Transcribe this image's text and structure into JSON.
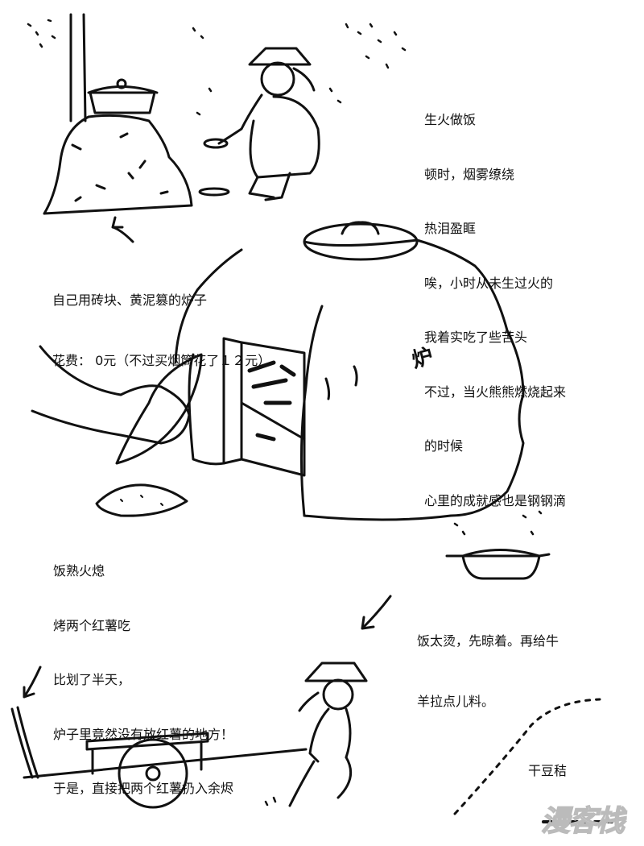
{
  "captions": {
    "cooking": [
      "生火做饭",
      "顿时，烟雾缭绕",
      "热泪盈眶",
      "唉，小时从未生过火的",
      "我着实吃了些苦头",
      "不过，当火熊熊燃烧起来",
      "的时候",
      "心里的成就感也是钢钢滴"
    ],
    "stove": [
      "自己用砖块、黄泥篡的炉子",
      "花费： 0元（不过买烟筒花了１２元）"
    ],
    "sweet_potato": [
      "饭熟火熄",
      "烤两个红薯吃",
      "比划了半天，",
      "炉子里竟然没有放红薯的地方！",
      "于是，直接把两个红薯扔入余烬"
    ],
    "rice": [
      "饭太烫，先晾着。再给牛",
      "羊拉点儿料。"
    ],
    "straw": "干豆秸"
  },
  "oven_label": "炉",
  "watermark": "漫客栈"
}
